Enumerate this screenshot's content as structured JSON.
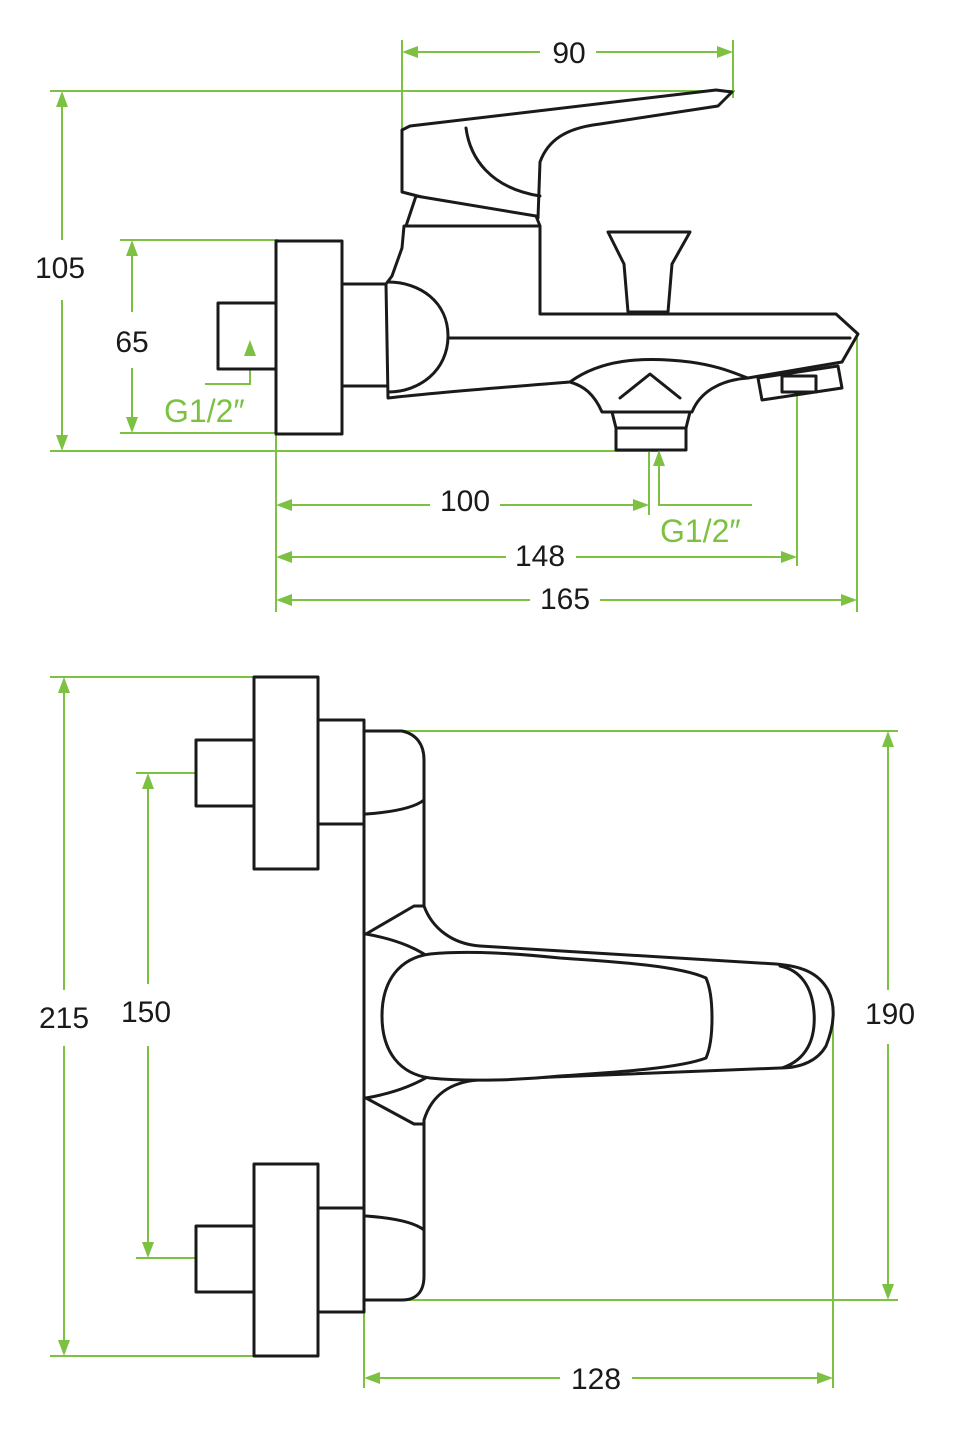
{
  "colors": {
    "dimension": "#7cc142",
    "outline": "#1a1a1a",
    "background": "#ffffff"
  },
  "side_view": {
    "dimensions": {
      "width_top": "90",
      "height_total": "105",
      "inlet_height": "65",
      "inlet_thread": "G1/2″",
      "outlet_distance": "100",
      "outlet_thread": "G1/2″",
      "spout_outlet_distance": "148",
      "total_depth": "165"
    }
  },
  "top_view": {
    "dimensions": {
      "total_width": "215",
      "inlet_spacing": "150",
      "body_width": "190",
      "spout_reach": "128"
    }
  }
}
